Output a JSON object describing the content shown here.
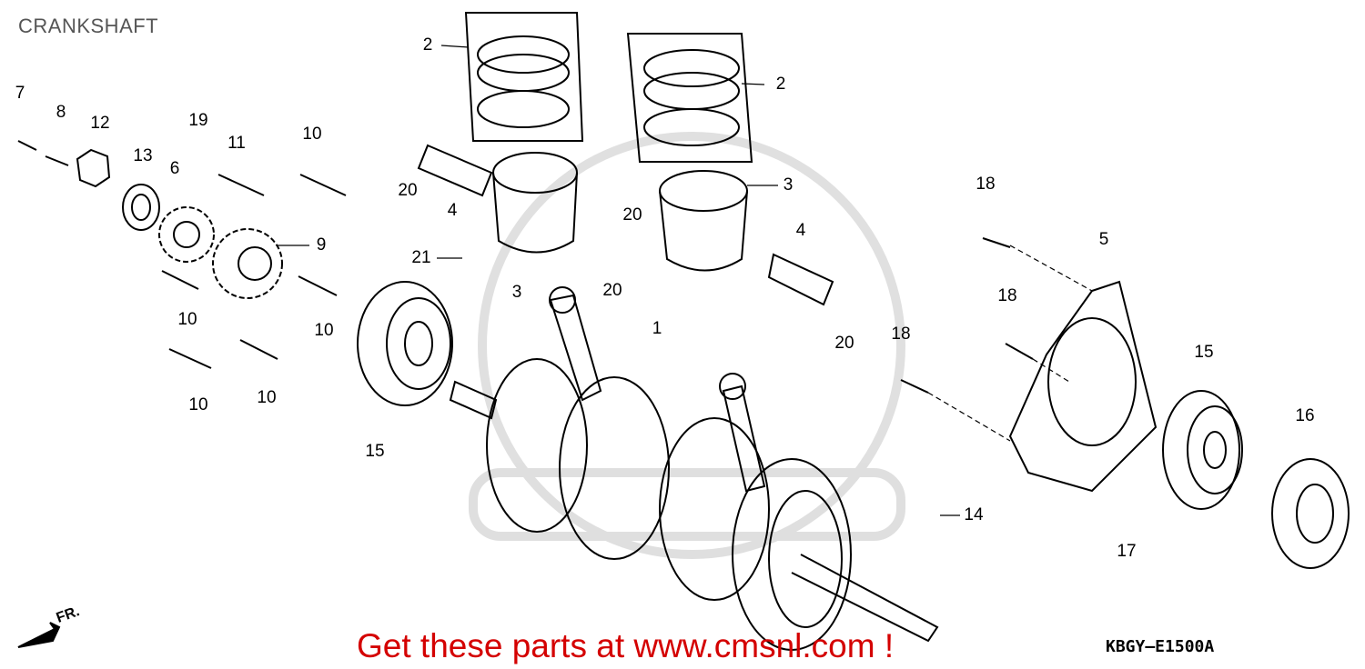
{
  "title": "CRANKSHAFT",
  "callouts": [
    "2",
    "2",
    "7",
    "8",
    "12",
    "19",
    "11",
    "10",
    "13",
    "6",
    "9",
    "20",
    "4",
    "3",
    "20",
    "3",
    "21",
    "20",
    "4",
    "20",
    "1",
    "10",
    "10",
    "10",
    "10",
    "15",
    "18",
    "5",
    "18",
    "18",
    "15",
    "16",
    "14",
    "17"
  ],
  "direction_label": "FR.",
  "diagram_code": "KBGY—E1500A",
  "promo_text": "Get these parts at www.cmsnl.com !"
}
